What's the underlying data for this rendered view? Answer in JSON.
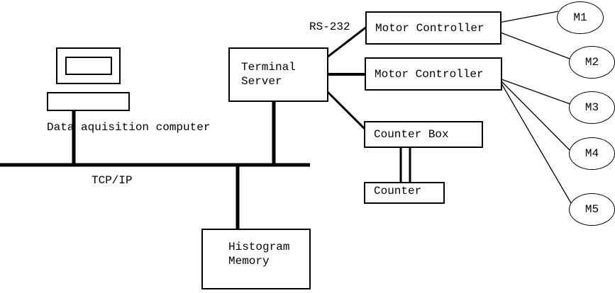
{
  "labels": {
    "daq": "Data aquisition computer",
    "bus": "TCP/IP",
    "serial": "RS-232"
  },
  "nodes": {
    "terminal_server": "Terminal\nServer",
    "motor_controller_1": "Motor Controller",
    "motor_controller_2": "Motor Controller",
    "counter_box": "Counter Box",
    "counter": "Counter",
    "histogram_memory": "Histogram\nMemory",
    "motors": [
      "M1",
      "M2",
      "M3",
      "M4",
      "M5"
    ]
  },
  "colors": {
    "line": "#000000",
    "background": "#ffffff",
    "text": "#000000"
  }
}
